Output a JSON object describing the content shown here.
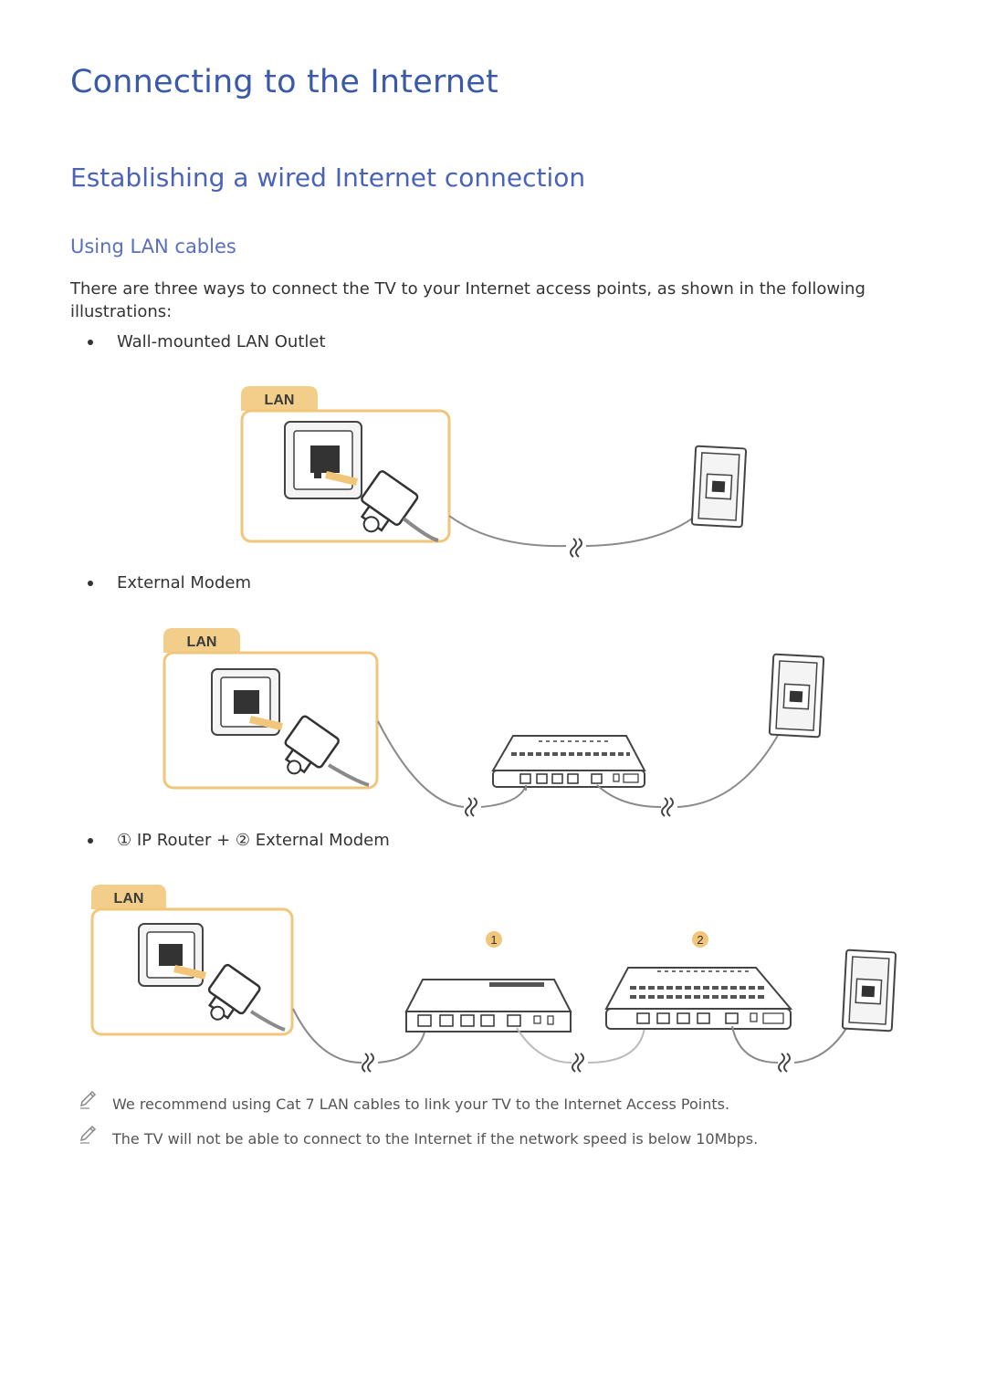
{
  "title": "Connecting to the Internet",
  "section_title": "Establishing a wired Internet connection",
  "subsection_title": "Using LAN cables",
  "intro": "There are three ways to connect the TV to your Internet access points, as shown in the following illustrations:",
  "options": [
    {
      "label": "Wall-mounted LAN Outlet",
      "badge": "LAN"
    },
    {
      "label": "External Modem",
      "badge": "LAN"
    },
    {
      "label": "① IP Router + ② External Modem",
      "badge": "LAN",
      "markers": [
        "1",
        "2"
      ]
    }
  ],
  "notes": [
    "We recommend using Cat 7 LAN cables to link your TV to the Internet Access Points.",
    "The TV will not be able to connect to the Internet if the network speed is below 10Mbps."
  ],
  "colors": {
    "heading": "#3a59a8",
    "accent": "#f2c67a",
    "badge_bg": "#f3ce8a",
    "cable": "#8a8a8a"
  }
}
